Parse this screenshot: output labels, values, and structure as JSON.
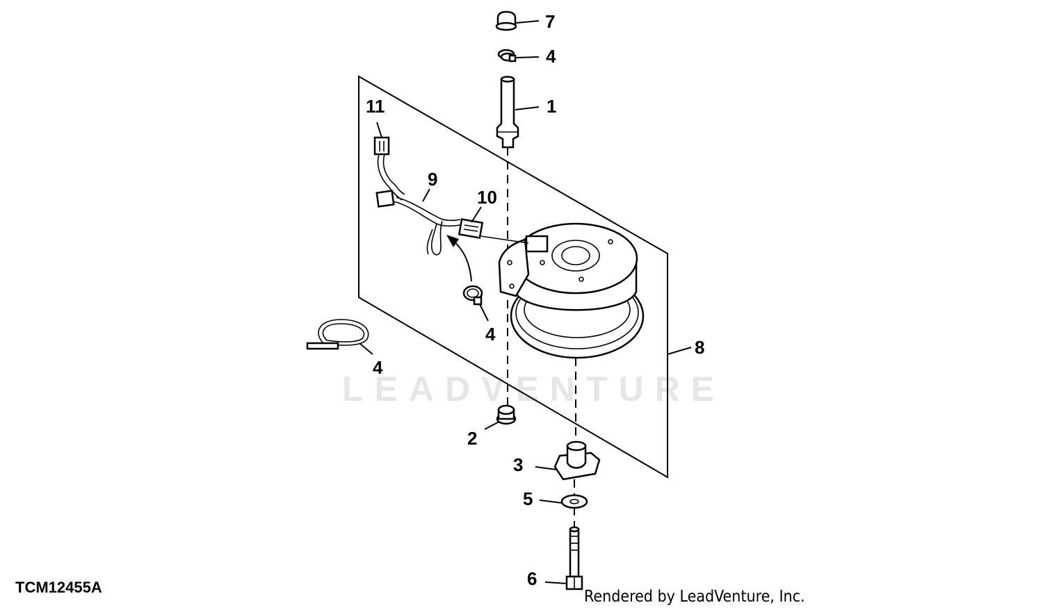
{
  "figure_id": "TCM12455A",
  "credit": "Rendered by LeadVenture, Inc.",
  "watermark": "LEADVENTURE",
  "callouts": {
    "c7": "7",
    "c4_top": "4",
    "c1": "1",
    "c11": "11",
    "c9": "9",
    "c10": "10",
    "c4_mid": "4",
    "c4_left": "4",
    "c8": "8",
    "c2": "2",
    "c3": "3",
    "c5": "5",
    "c6": "6"
  }
}
